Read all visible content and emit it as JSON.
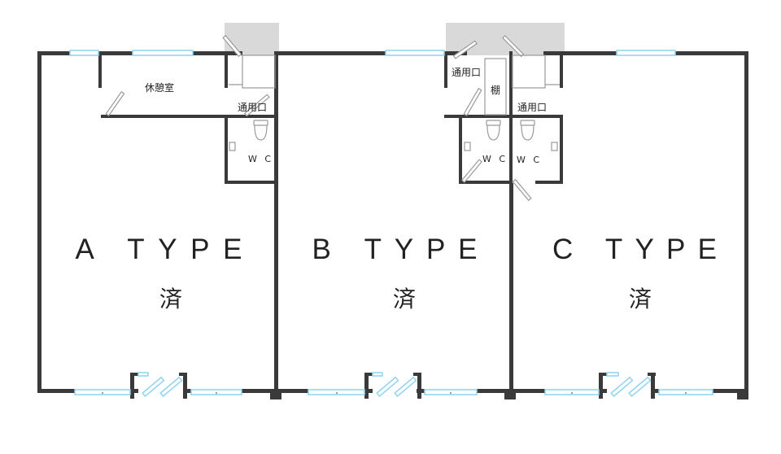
{
  "units": [
    {
      "type_label": "A TYPE",
      "status": "済"
    },
    {
      "type_label": "B TYPE",
      "status": "済"
    },
    {
      "type_label": "C TYPE",
      "status": "済"
    }
  ],
  "rooms": {
    "break_room": "休憩室",
    "passage_a": "通用口",
    "passage_b": "通用口",
    "passage_c": "通用口",
    "shelf_b": "棚",
    "wc_a": "W C",
    "wc_b": "W C",
    "wc_c": "W C"
  },
  "colors": {
    "wall": "#3a3a3a",
    "window": "#8fd3ee",
    "outdoor_area": "#d9d9d9",
    "fixture": "#9a9a9a"
  }
}
